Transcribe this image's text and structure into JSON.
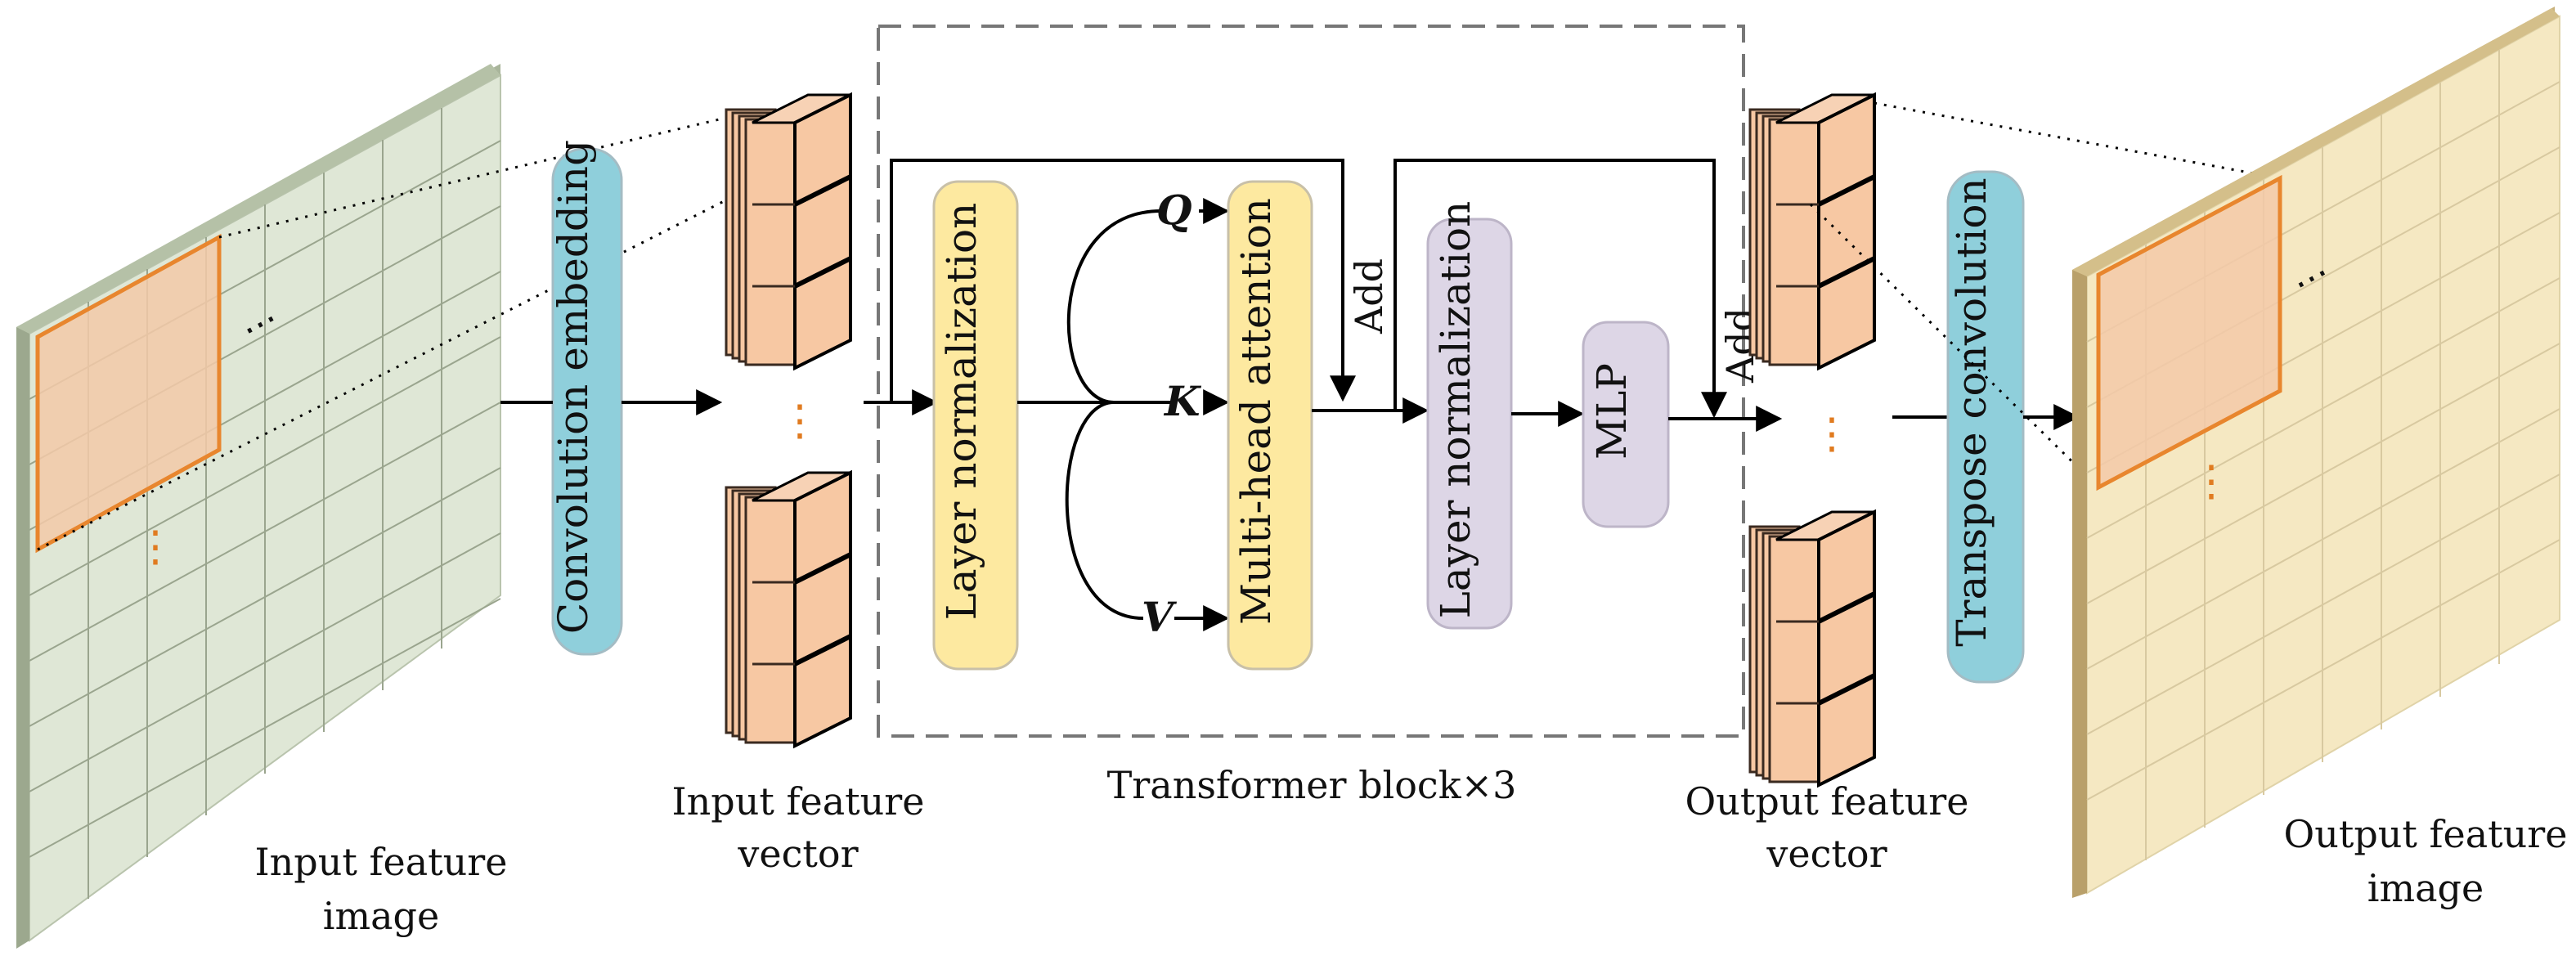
{
  "labels": {
    "input_image": [
      "Input feature",
      "image"
    ],
    "input_vector": [
      "Input feature",
      "vector"
    ],
    "transformer_block": "Transformer block×3",
    "output_vector": [
      "Output feature",
      "vector"
    ],
    "output_image": [
      "Output feature",
      "image"
    ],
    "conv_embedding": "Convolution embedding",
    "layer_norm_1": "Layer normalization",
    "mha": "Multi-head attention",
    "layer_norm_2": "Layer normalization",
    "mlp": "MLP",
    "transpose_conv": "Transpose convolution",
    "add_1": "Add",
    "add_2": "Add",
    "q": "Q",
    "k": "K",
    "v": "V",
    "ellipsis": "⋮"
  },
  "colors": {
    "input_plane": "#dfe7d6",
    "input_plane_edge": "#a8b59a",
    "output_plane": "#f5e8c2",
    "output_plane_edge": "#c8b17a",
    "patch_fill": "#f3c9a8",
    "patch_stroke": "#e8862e",
    "conv_box": "#8fcfdb",
    "layernorm1_box": "#fde9a0",
    "mha_box": "#fde9a0",
    "layernorm2_box": "#ddd6e6",
    "mlp_box": "#ddd6e6",
    "cube_face": "#f7c8a3",
    "dots": "#e07b20"
  }
}
